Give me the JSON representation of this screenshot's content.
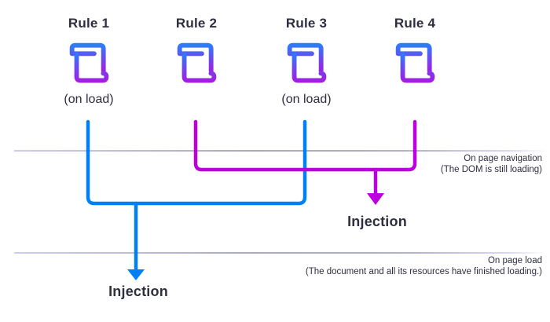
{
  "rules": [
    {
      "label": "Rule 1",
      "sublabel": "(on load)"
    },
    {
      "label": "Rule 2",
      "sublabel": ""
    },
    {
      "label": "Rule 3",
      "sublabel": "(on load)"
    },
    {
      "label": "Rule 4",
      "sublabel": ""
    }
  ],
  "events": [
    {
      "title": "On page navigation",
      "subtitle": "(The DOM is still loading)"
    },
    {
      "title": "On page load",
      "subtitle": "(The document and all its resources have finished loading.)"
    }
  ],
  "injections": [
    {
      "label": "Injection"
    },
    {
      "label": "Injection"
    }
  ],
  "colors": {
    "blue": "#0080f7",
    "magenta": "#bb00dd",
    "text": "#2e2e40",
    "icon_gradient_top": "#2e7bfa",
    "icon_gradient_mid": "#6a4af0",
    "icon_gradient_bottom": "#a11fe2"
  }
}
